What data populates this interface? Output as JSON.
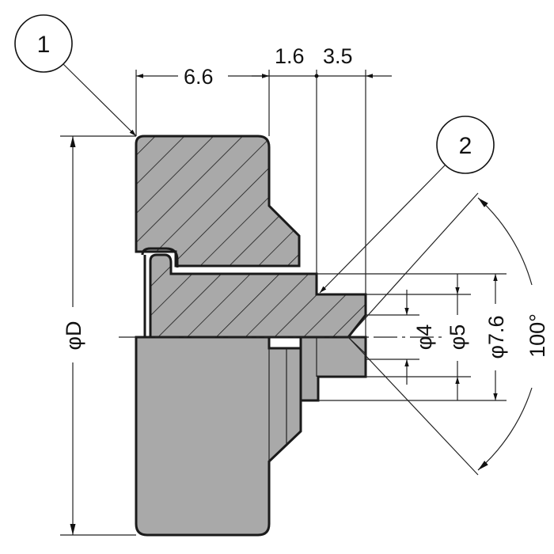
{
  "callouts": [
    {
      "id": "1",
      "label": "1"
    },
    {
      "id": "2",
      "label": "2"
    }
  ],
  "dimensions": {
    "width_66": "6.6",
    "width_16": "1.6",
    "width_35": "3.5",
    "diameter_D": "φD",
    "diameter_4": "φ4",
    "diameter_5": "φ5",
    "diameter_76": "φ7.6",
    "angle_100": "100°"
  },
  "colors": {
    "section_fill": "#a9a9a9",
    "hatch": "#1a1a1a",
    "line": "#1a1a1a",
    "background": "#ffffff"
  }
}
